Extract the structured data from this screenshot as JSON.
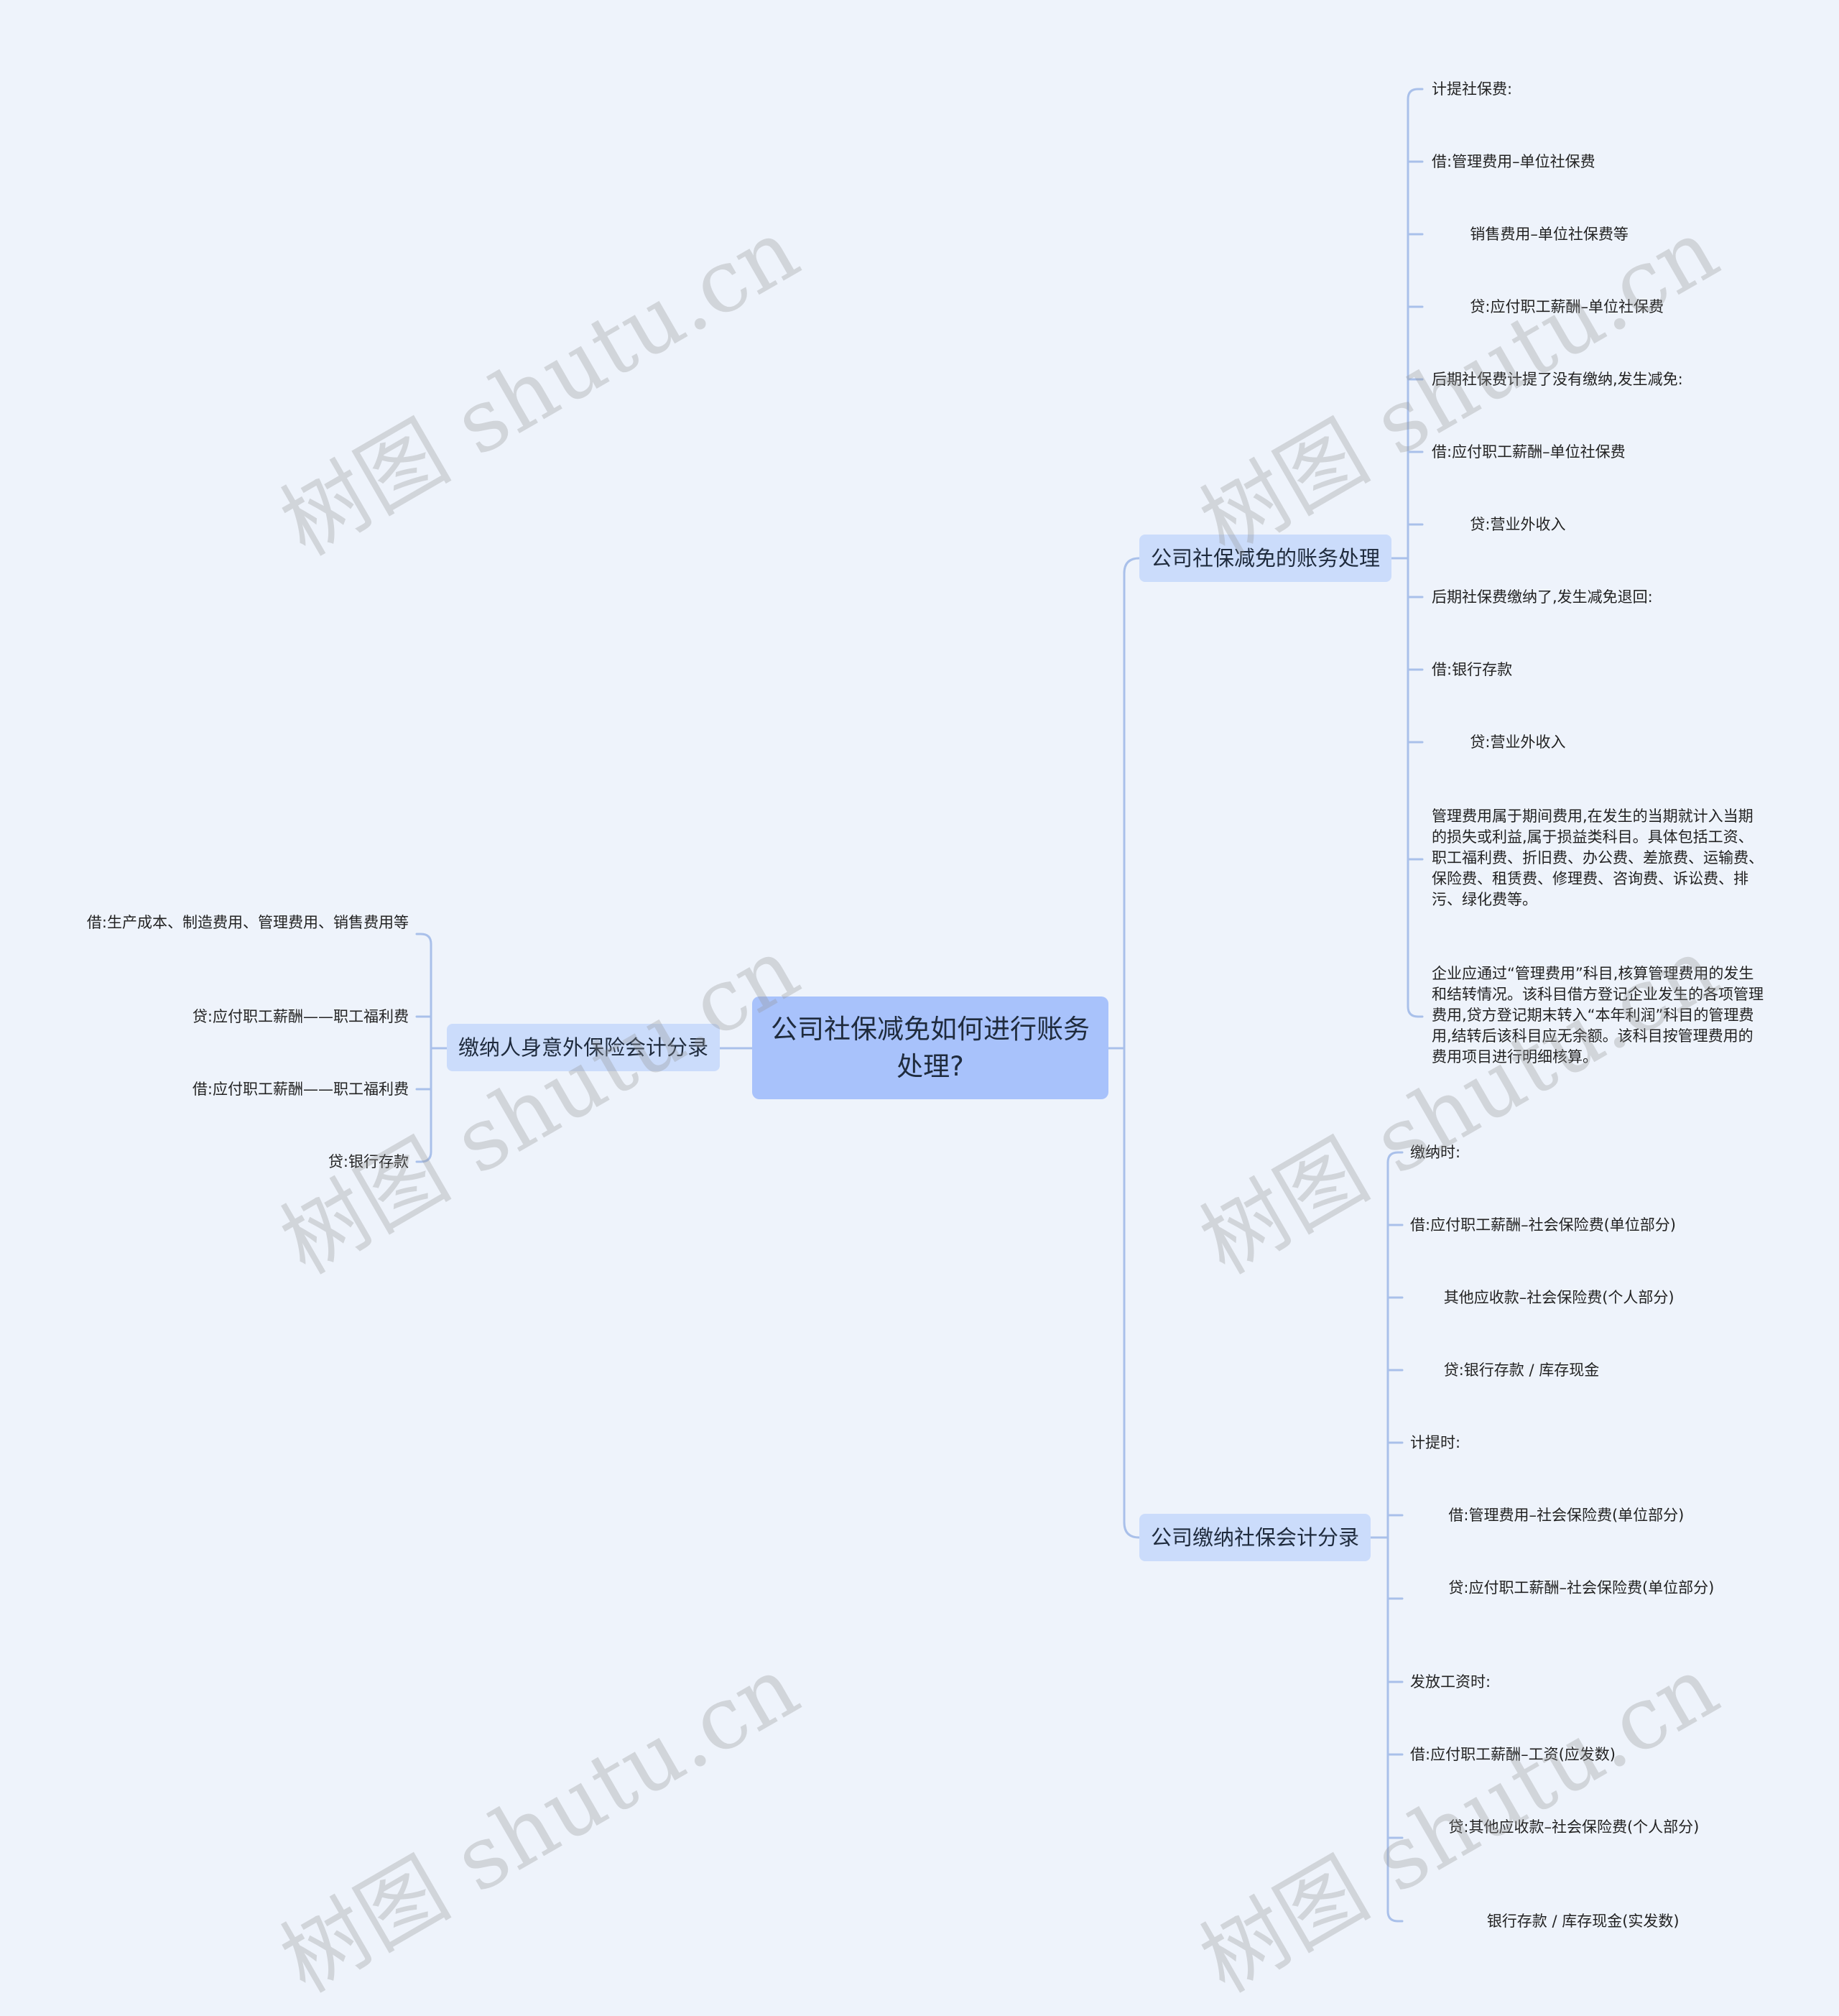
{
  "root": {
    "title": "公司社保减免如何进行账务处理?"
  },
  "branches": {
    "b1": {
      "label": "公司社保减免的账务处理",
      "items": [
        "计提社保费:",
        "借:管理费用–单位社保费",
        "        销售费用–单位社保费等",
        "        贷:应付职工薪酬–单位社保费",
        "后期社保费计提了没有缴纳,发生减免:",
        "借:应付职工薪酬–单位社保费",
        "        贷:营业外收入",
        "后期社保费缴纳了,发生减免退回:",
        "借:银行存款",
        "        贷:营业外收入",
        "管理费用属于期间费用,在发生的当期就计入当期的损失或利益,属于损益类科目。具体包括工资、职工福利费、折旧费、办公费、差旅费、运输费、保险费、租赁费、修理费、咨询费、诉讼费、排污、绿化费等。",
        "企业应通过“管理费用”科目,核算管理费用的发生和结转情况。该科目借方登记企业发生的各项管理费用,贷方登记期末转入“本年利润”科目的管理费用,结转后该科目应无余额。该科目按管理费用的费用项目进行明细核算。"
      ]
    },
    "b2": {
      "label": "公司缴纳社保会计分录",
      "items": [
        "缴纳时:",
        "借:应付职工薪酬–社会保险费(单位部分)",
        "       其他应收款–社会保险费(个人部分)",
        "       贷:银行存款 / 库存现金",
        "计提时:",
        "        借:管理费用–社会保险费(单位部分)",
        "        贷:应付职工薪酬–社会保险费(单位部分)",
        "发放工资时:",
        "借:应付职工薪酬–工资(应发数)",
        "        贷:其他应收款–社会保险费(个人部分)",
        "                银行存款 / 库存现金(实发数)"
      ]
    },
    "b3": {
      "label": "缴纳人身意外保险会计分录",
      "items": [
        "借:生产成本、制造费用、管理费用、销售费用等",
        "贷:应付职工薪酬——职工福利费",
        "借:应付职工薪酬——职工福利费",
        "贷:银行存款"
      ]
    }
  },
  "watermark": {
    "text": "树图 shutu.cn"
  },
  "colors": {
    "background": "#eef3fb",
    "root": "#a8c2fb",
    "branch": "#cbdcfb",
    "line": "#a9c0ea"
  }
}
